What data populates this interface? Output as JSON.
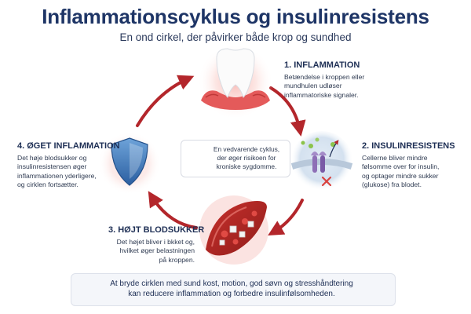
{
  "header": {
    "title": "Inflammationscyklus og insulinresistens",
    "subtitle": "En ond cirkel, der påvirker både krop og sundhed"
  },
  "stages": [
    {
      "title": "1. INFLAMMATION",
      "description": [
        "Betændelse i kroppen eller",
        "mundhulen udløser",
        "inflammatoriske signaler."
      ],
      "icon": "tooth-gum-icon"
    },
    {
      "title": "2. INSULINRESISTENS",
      "description": [
        "Cellerne bliver mindre",
        "følsomme over for insulin,",
        "og optager mindre sukker",
        "(glukose) fra blodet."
      ],
      "icon": "cell-receptor-icon"
    },
    {
      "title": "3. HØJT BLODSUKKER",
      "description": [
        "Det højet bliver i bkket og,",
        "hvilket øger belastningen",
        "på kroppen."
      ],
      "icon": "blood-vessel-sugar-icon"
    },
    {
      "title": "4. ØGET INFLAMMATION",
      "description": [
        "Det høje blodsukker og",
        "insulinresistensen øger",
        "inflammationen yderligere,",
        "og cirklen fortsætter."
      ],
      "icon": "shield-icon"
    }
  ],
  "center": {
    "text": [
      "En vedvarende cyklus,",
      "der øger risikoen for",
      "kroniske sygdomme."
    ],
    "icon": "cycle-arrows-icon"
  },
  "footer": {
    "text": [
      "At bryde cirklen med sund kost, motion, god søvn og stresshåndtering",
      "kan reducere inflammation og forbedre insulinfølsomheden."
    ],
    "left_icon": "heart-pulse-icon",
    "right_icon": "meditation-icon"
  },
  "colors": {
    "title": "#1e3566",
    "arrow": "#b3262b",
    "accent_red": "#d9423f",
    "shield": "#2f6fb3"
  }
}
